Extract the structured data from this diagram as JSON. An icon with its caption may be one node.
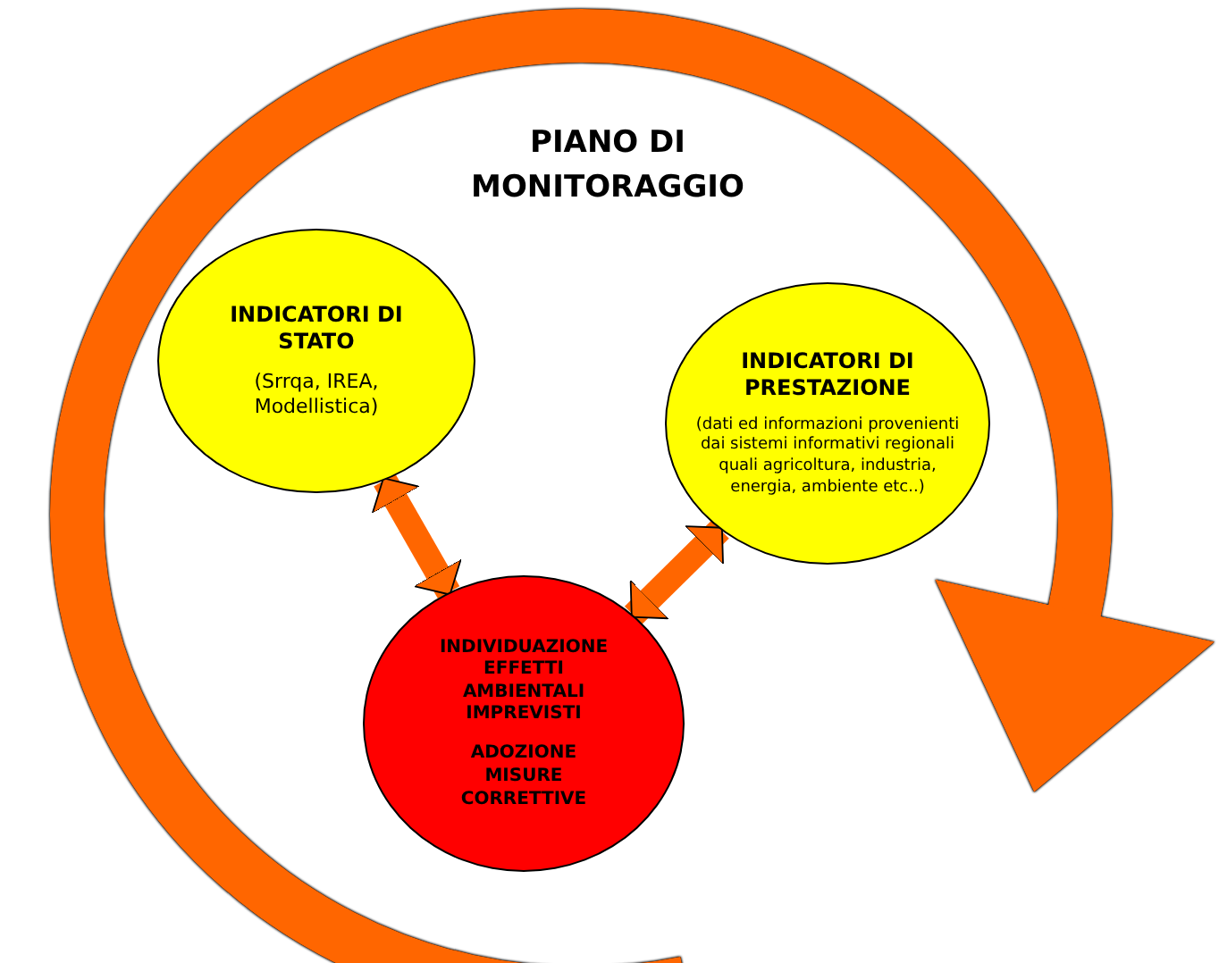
{
  "diagram": {
    "title": "PIANO DI MONITORAGGIO",
    "nodes": [
      {
        "text": [
          "INDICATORI DI STATO",
          "(Srrqa, IREA, Modellistica)"
        ]
      },
      {
        "text": [
          "INDICATORI DI PRESTAZIONE",
          "(dati ed informazioni provenienti dai sistemi informativi regionali quali agricoltura, industria, energia, ambiente etc..)"
        ]
      },
      {
        "text": [
          "INDIVIDUAZIONE EFFETTI AMBIENTALI IMPREVISTI",
          "ADOZIONE MISURE CORRETTIVE"
        ]
      }
    ],
    "edges": [
      {
        "from": 2,
        "to": 0,
        "arrow": "both"
      },
      {
        "from": 2,
        "to": 1,
        "arrow": "both"
      }
    ]
  }
}
